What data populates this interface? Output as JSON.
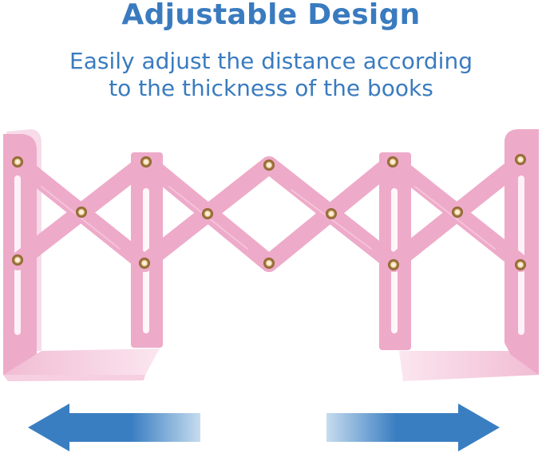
{
  "header": {
    "title": "Adjustable Design",
    "subtitle_line1": "Easily adjust the distance according",
    "subtitle_line2": "to the thickness of the books"
  },
  "product": {
    "name": "expandable-bookend",
    "color": "#eeaac9",
    "pin_color": "#b08850",
    "plate_color": "#f3c6da"
  },
  "arrows": {
    "left": {
      "direction": "left",
      "color": "#3a7ec2"
    },
    "right": {
      "direction": "right",
      "color": "#3a7ec2"
    }
  },
  "colors": {
    "accent": "#3a7bbf",
    "background": "#ffffff"
  }
}
